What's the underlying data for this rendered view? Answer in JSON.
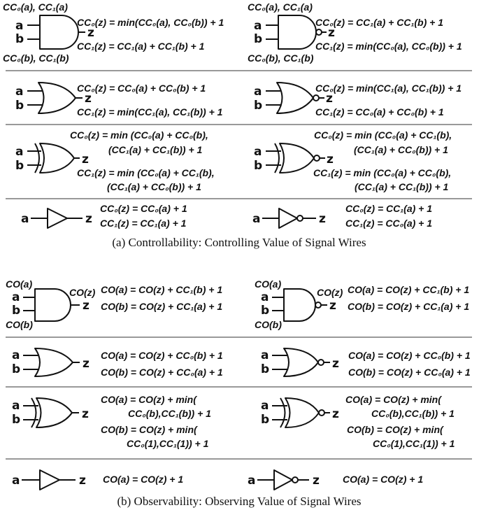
{
  "a_section": {
    "caption": "(a) Controllability: Controlling Value of Signal Wires",
    "and": {
      "in_a": "a",
      "in_b": "b",
      "out": "z",
      "top": "CC₀(a), CC₁(a)",
      "bottom": "CC₀(b), CC₁(b)",
      "eq1": "CC₀(z) = min(CC₀(a), CC₀(b)) + 1",
      "eq2": "CC₁(z) = CC₁(a) + CC₁(b) + 1"
    },
    "nand": {
      "in_a": "a",
      "in_b": "b",
      "out": "z",
      "top": "CC₀(a), CC₁(a)",
      "bottom": "CC₀(b), CC₁(b)",
      "eq1": "CC₀(z) = CC₁(a) + CC₁(b) + 1",
      "eq2": "CC₁(z) = min(CC₀(a), CC₀(b)) + 1"
    },
    "or": {
      "in_a": "a",
      "in_b": "b",
      "out": "z",
      "eq1": "CC₀(z) = CC₀(a) + CC₀(b) + 1",
      "eq2": "CC₁(z) = min(CC₁(a), CC₁(b)) + 1"
    },
    "nor": {
      "in_a": "a",
      "in_b": "b",
      "out": "z",
      "eq1": "CC₀(z) = min(CC₁(a), CC₁(b)) + 1",
      "eq2": "CC₁(z) = CC₀(a) + CC₀(b) + 1"
    },
    "xor": {
      "in_a": "a",
      "in_b": "b",
      "out": "z",
      "eq1a": "CC₀(z) = min (CC₀(a) + CC₀(b),",
      "eq1b": "(CC₁(a) + CC₁(b)) + 1",
      "eq2a": "CC₁(z) = min (CC₀(a) + CC₁(b),",
      "eq2b": "(CC₁(a) + CC₀(b)) + 1"
    },
    "xnor": {
      "in_a": "a",
      "in_b": "b",
      "out": "z",
      "eq1a": "CC₀(z) = min (CC₀(a) + CC₁(b),",
      "eq1b": "(CC₁(a) + CC₀(b)) + 1",
      "eq2a": "CC₁(z) = min (CC₀(a) + CC₀(b),",
      "eq2b": "(CC₁(a) + CC₁(b)) + 1"
    },
    "buf": {
      "in_a": "a",
      "out": "z",
      "eq1": "CC₀(z) = CC₀(a) + 1",
      "eq2": "CC₁(z) = CC₁(a) + 1"
    },
    "inv": {
      "in_a": "a",
      "out": "z",
      "eq1": "CC₀(z) = CC₁(a) + 1",
      "eq2": "CC₁(z) = CC₀(a) + 1"
    }
  },
  "b_section": {
    "caption": "(b) Observability: Observing Value of Signal Wires",
    "and": {
      "in_a": "a",
      "in_b": "b",
      "out": "z",
      "top": "CO(a)",
      "bottom": "CO(b)",
      "outlbl": "CO(z)",
      "eq1": "CO(a) = CO(z) + CC₁(b) + 1",
      "eq2": "CO(b) = CO(z) + CC₁(a) + 1"
    },
    "nand": {
      "in_a": "a",
      "in_b": "b",
      "out": "z",
      "top": "CO(a)",
      "bottom": "CO(b)",
      "outlbl": "CO(z)",
      "eq1": "CO(a) = CO(z) + CC₁(b) + 1",
      "eq2": "CO(b) = CO(z) + CC₁(a) + 1"
    },
    "or": {
      "in_a": "a",
      "in_b": "b",
      "out": "z",
      "eq1": "CO(a) = CO(z) + CC₀(b) + 1",
      "eq2": "CO(b) = CO(z) + CC₀(a) + 1"
    },
    "nor": {
      "in_a": "a",
      "in_b": "b",
      "out": "z",
      "eq1": "CO(a) = CO(z) + CC₀(b) + 1",
      "eq2": "CO(b) = CO(z) + CC₀(a) + 1"
    },
    "xor": {
      "in_a": "a",
      "in_b": "b",
      "out": "z",
      "eq1a": "CO(a) = CO(z) + min(",
      "eq1b": "CC₀(b),CC₁(b)) + 1",
      "eq2a": "CO(b) = CO(z) + min(",
      "eq2b": "CC₀(1),CC₁(1)) + 1"
    },
    "xnor": {
      "in_a": "a",
      "in_b": "b",
      "out": "z",
      "eq1a": "CO(a) = CO(z) + min(",
      "eq1b": "CC₀(b),CC₁(b)) + 1",
      "eq2a": "CO(b) = CO(z) + min(",
      "eq2b": "CC₀(1),CC₁(1)) + 1"
    },
    "buf": {
      "in_a": "a",
      "out": "z",
      "eq1": "CO(a) = CO(z) + 1"
    },
    "inv": {
      "in_a": "a",
      "out": "z",
      "eq1": "CO(a) = CO(z) + 1"
    }
  }
}
